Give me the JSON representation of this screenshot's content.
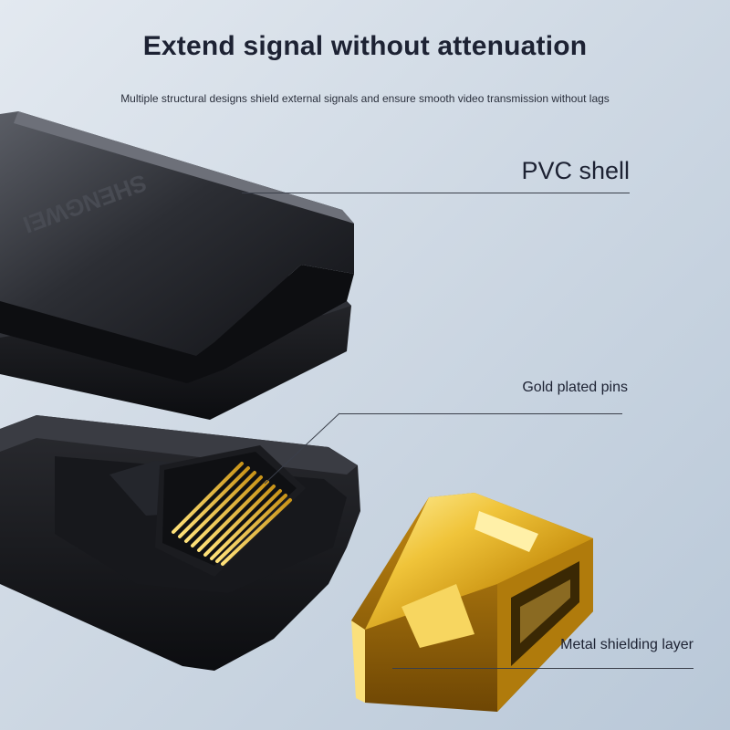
{
  "header": {
    "title": "Extend signal without attenuation",
    "subtitle": "Multiple structural designs shield external signals and ensure smooth video transmission without lags"
  },
  "callouts": {
    "pvc_shell": "PVC shell",
    "gold_pins": "Gold plated pins",
    "metal_shielding": "Metal shielding layer"
  },
  "product": {
    "brand_logo_text": "SHENGWEI"
  }
}
